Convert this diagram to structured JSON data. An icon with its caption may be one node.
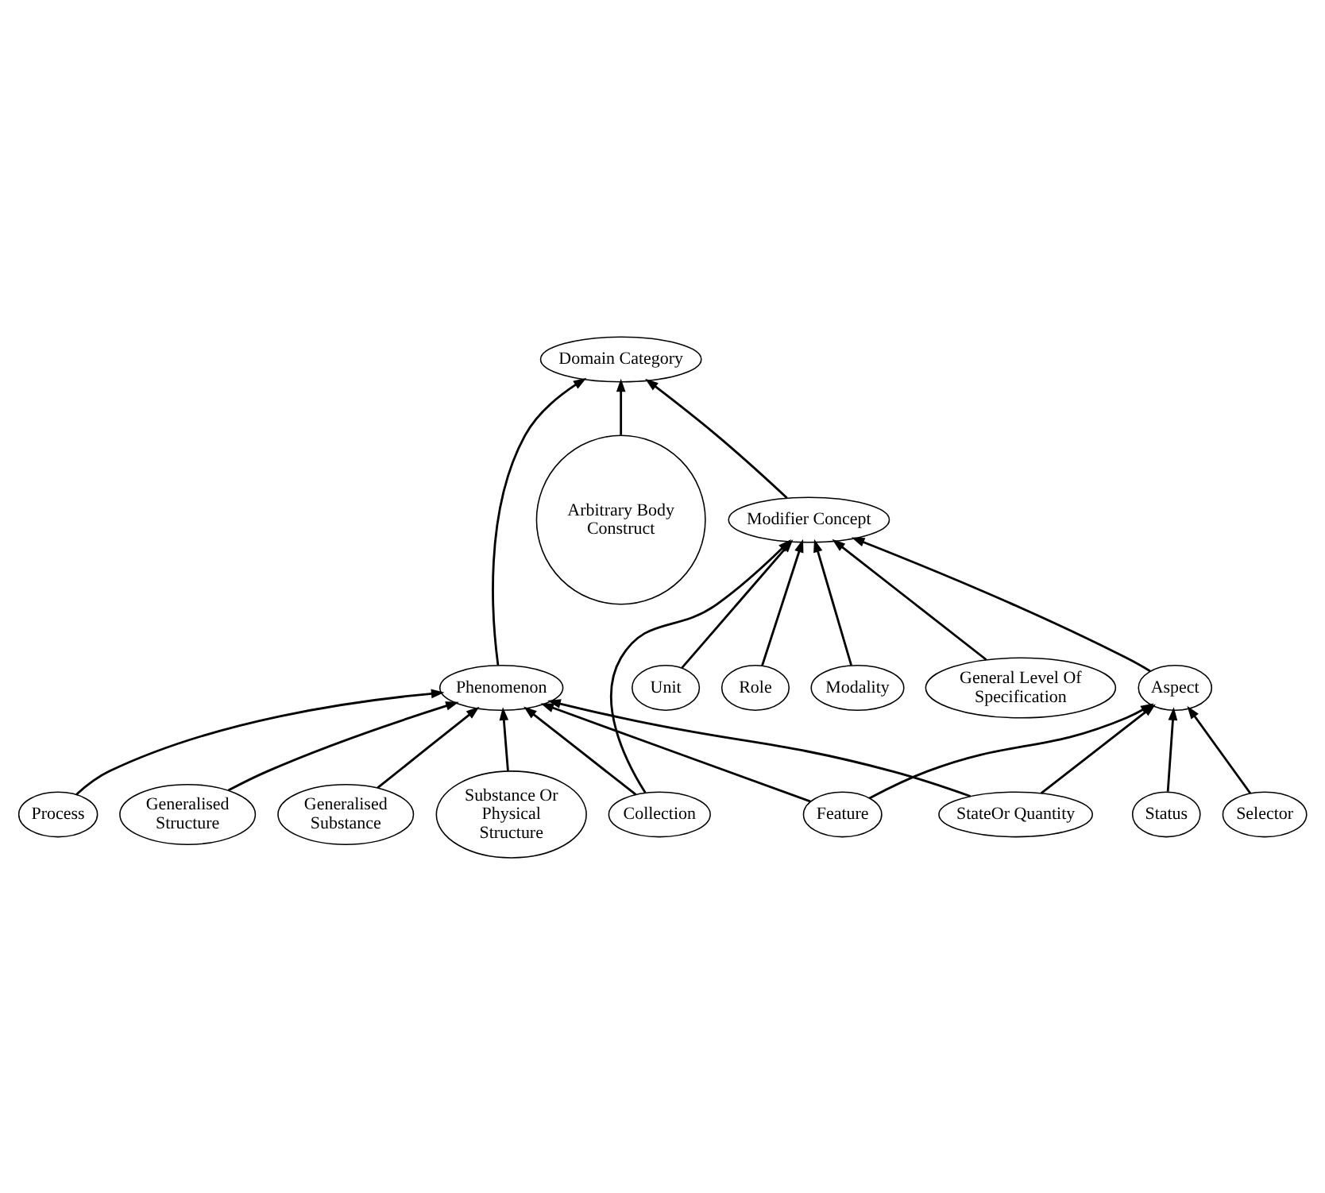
{
  "diagram": {
    "nodes": [
      {
        "text": [
          "Domain Category"
        ]
      },
      {
        "text": [
          "Phenomenon"
        ]
      },
      {
        "text": [
          "Arbitrary Body Construct"
        ]
      },
      {
        "text": [
          "Modifier Concept"
        ]
      },
      {
        "text": [
          "Process"
        ]
      },
      {
        "text": [
          "Generalised Structure"
        ]
      },
      {
        "text": [
          "Generalised Substance"
        ]
      },
      {
        "text": [
          "Substance Or Physical Structure"
        ]
      },
      {
        "text": [
          "Collection"
        ]
      },
      {
        "text": [
          "Unit"
        ]
      },
      {
        "text": [
          "Role"
        ]
      },
      {
        "text": [
          "Modality"
        ]
      },
      {
        "text": [
          "General Level Of Specification"
        ]
      },
      {
        "text": [
          "Aspect"
        ]
      },
      {
        "text": [
          "Feature"
        ]
      },
      {
        "text": [
          "StateOr Quantity"
        ]
      },
      {
        "text": [
          "Status"
        ]
      },
      {
        "text": [
          "Selector"
        ]
      }
    ],
    "edges": [
      {
        "from": 1,
        "to": 0,
        "arrow": "to"
      },
      {
        "from": 2,
        "to": 0,
        "arrow": "to"
      },
      {
        "from": 3,
        "to": 0,
        "arrow": "to"
      },
      {
        "from": 4,
        "to": 1,
        "arrow": "to"
      },
      {
        "from": 5,
        "to": 1,
        "arrow": "to"
      },
      {
        "from": 6,
        "to": 1,
        "arrow": "to"
      },
      {
        "from": 7,
        "to": 1,
        "arrow": "to"
      },
      {
        "from": 14,
        "to": 1,
        "arrow": "to"
      },
      {
        "from": 15,
        "to": 1,
        "arrow": "to"
      },
      {
        "from": 8,
        "to": 1,
        "arrow": "to"
      },
      {
        "from": 8,
        "to": 3,
        "arrow": "to"
      },
      {
        "from": 13,
        "to": 3,
        "arrow": "to"
      },
      {
        "from": 12,
        "to": 3,
        "arrow": "to"
      },
      {
        "from": 11,
        "to": 3,
        "arrow": "to"
      },
      {
        "from": 10,
        "to": 3,
        "arrow": "to"
      },
      {
        "from": 9,
        "to": 3,
        "arrow": "to"
      },
      {
        "from": 14,
        "to": 13,
        "arrow": "to"
      },
      {
        "from": 15,
        "to": 13,
        "arrow": "to"
      },
      {
        "from": 16,
        "to": 13,
        "arrow": "to"
      },
      {
        "from": 17,
        "to": 13,
        "arrow": "to"
      }
    ]
  }
}
